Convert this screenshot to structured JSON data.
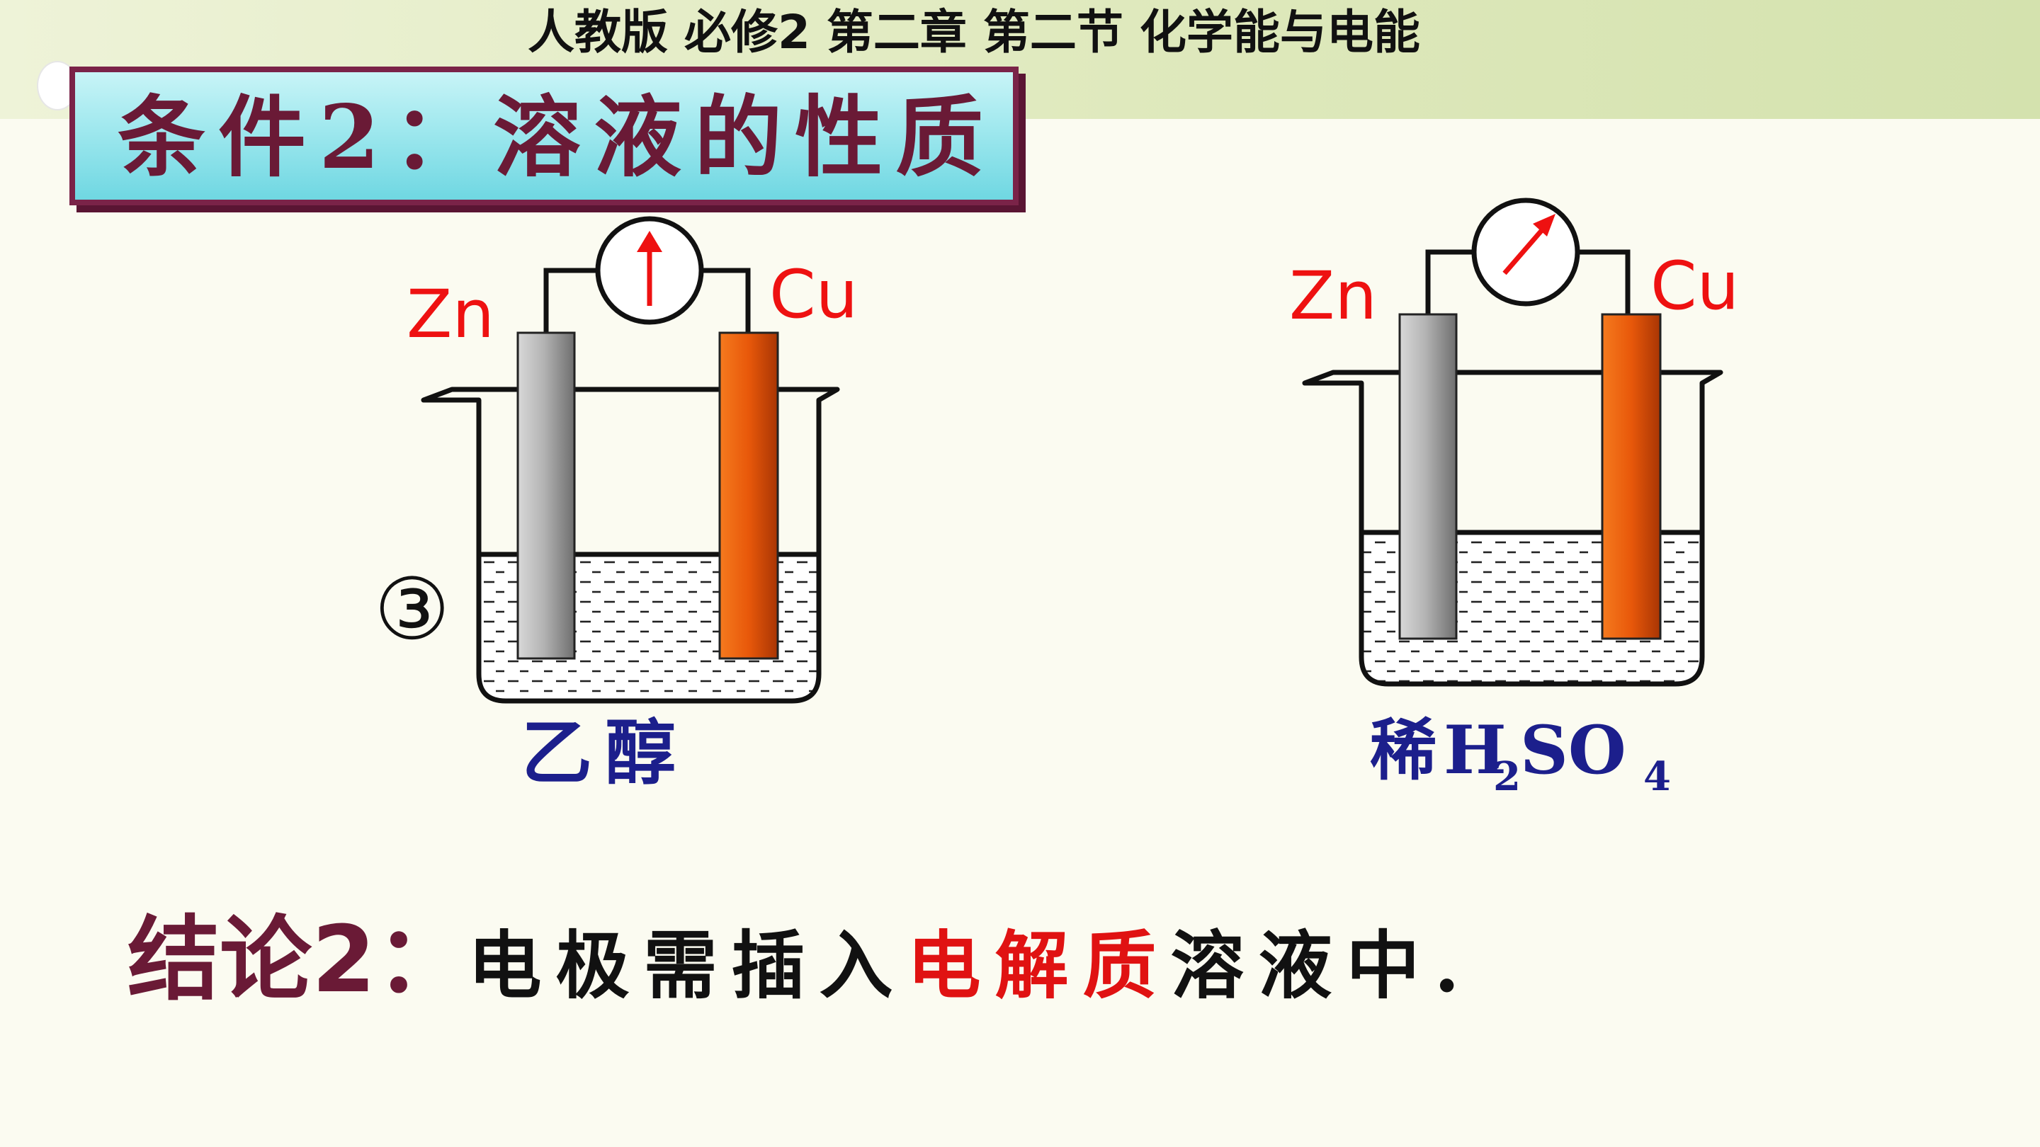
{
  "header": {
    "text": "人教版  必修2  第二章 第二节 化学能与电能"
  },
  "title": {
    "text": "条件2：溶液的性质"
  },
  "diagram": {
    "left_cell": {
      "marker": "③",
      "anode_label": "Zn",
      "cathode_label": "Cu",
      "solution_label": "乙醇",
      "meter_needle": "vertical"
    },
    "right_cell": {
      "anode_label": "Zn",
      "cathode_label": "Cu",
      "solution_prefix": "稀",
      "formula_h": "H",
      "formula_sub1": "2",
      "formula_so": "SO",
      "formula_sub2": "4",
      "meter_needle": "deflected"
    },
    "colors": {
      "zinc": "#a8a8a8",
      "copper": "#e8580a",
      "label_red": "#ee1111",
      "label_blue": "#1c1f8c",
      "needle": "#ee1111"
    }
  },
  "conclusion": {
    "label": "结论2：",
    "text_before": "电极需插入",
    "highlight": "电解质",
    "text_after": "溶液中."
  }
}
